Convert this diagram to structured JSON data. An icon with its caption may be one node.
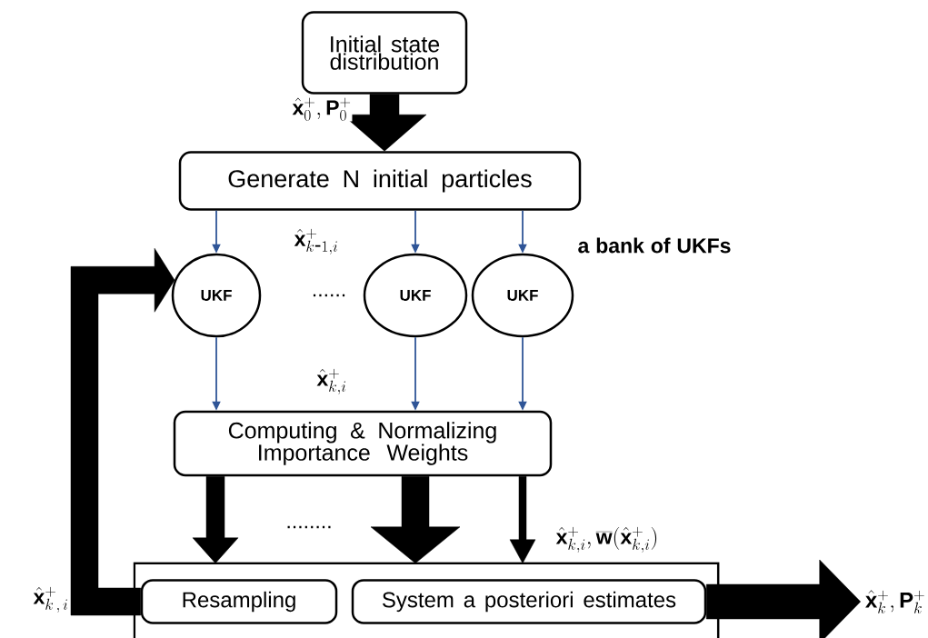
{
  "diagram": {
    "nodes": [
      {
        "text": [
          "Initial state distribution"
        ]
      },
      {
        "text": [
          "Generate N initial particles"
        ]
      },
      {
        "text": [
          "UKF"
        ]
      },
      {
        "text": [
          "UKF"
        ]
      },
      {
        "text": [
          "UKF"
        ]
      },
      {
        "text": [
          "Computing & Normalizing Importance Weights"
        ]
      },
      {
        "text": [],
        "shape": "box"
      },
      {
        "text": [
          "Resampling"
        ],
        "in": 6
      },
      {
        "text": [
          "System a posteriori estimates"
        ],
        "in": 6
      },
      {
        "text": [
          "\\hat{\\mathbf{x}}_k^+ ,\\mathbf{P}_k^+"
        ]
      }
    ],
    "edges": [
      {
        "from": 0,
        "to": 1,
        "arrow": "to",
        "style": "thick",
        "color": "#000000",
        "label": "\\hat{\\mathbf{x}}_0^+ , \\mathbf{P}_0^+"
      },
      {
        "from": 1,
        "to": 2,
        "arrow": "to",
        "color": "#2f5597"
      },
      {
        "from": 1,
        "to": 3,
        "arrow": "to",
        "color": "#2f5597"
      },
      {
        "from": 1,
        "to": 4,
        "arrow": "to",
        "color": "#2f5597"
      },
      {
        "from": 2,
        "to": 5,
        "arrow": "to",
        "color": "#2f5597"
      },
      {
        "from": 3,
        "to": 5,
        "arrow": "to",
        "color": "#2f5597"
      },
      {
        "from": 4,
        "to": 5,
        "arrow": "to",
        "color": "#2f5597"
      },
      {
        "from": 5,
        "to": 6,
        "arrow": "to",
        "style": "thick",
        "color": "#000000"
      },
      {
        "from": 5,
        "to": 6,
        "arrow": "to",
        "style": "thick",
        "color": "#000000"
      },
      {
        "from": 5,
        "to": 6,
        "arrow": "to",
        "style": "thick",
        "color": "#000000",
        "label": "\\hat{\\mathbf{x}}_{k,i}^+ , \\overline{\\mathbf{w}}(\\hat{\\mathbf{x}}_{k,i}^+)"
      },
      {
        "from": 7,
        "to": 2,
        "arrow": "to",
        "style": "thick",
        "color": "#000000"
      },
      {
        "from": 8,
        "to": 9,
        "arrow": "to",
        "style": "thick",
        "color": "#000000"
      }
    ],
    "labels": [
      "a bank of UKFs",
      "\\hat{\\mathbf{x}}_{k\\mbox{-}1,i}^+",
      "\\hat{\\mathbf{x}}_{k,i}^+",
      "......",
      "........",
      "\\hat{\\mathbf{x}}_{k\\,,\\,i}^+"
    ]
  }
}
